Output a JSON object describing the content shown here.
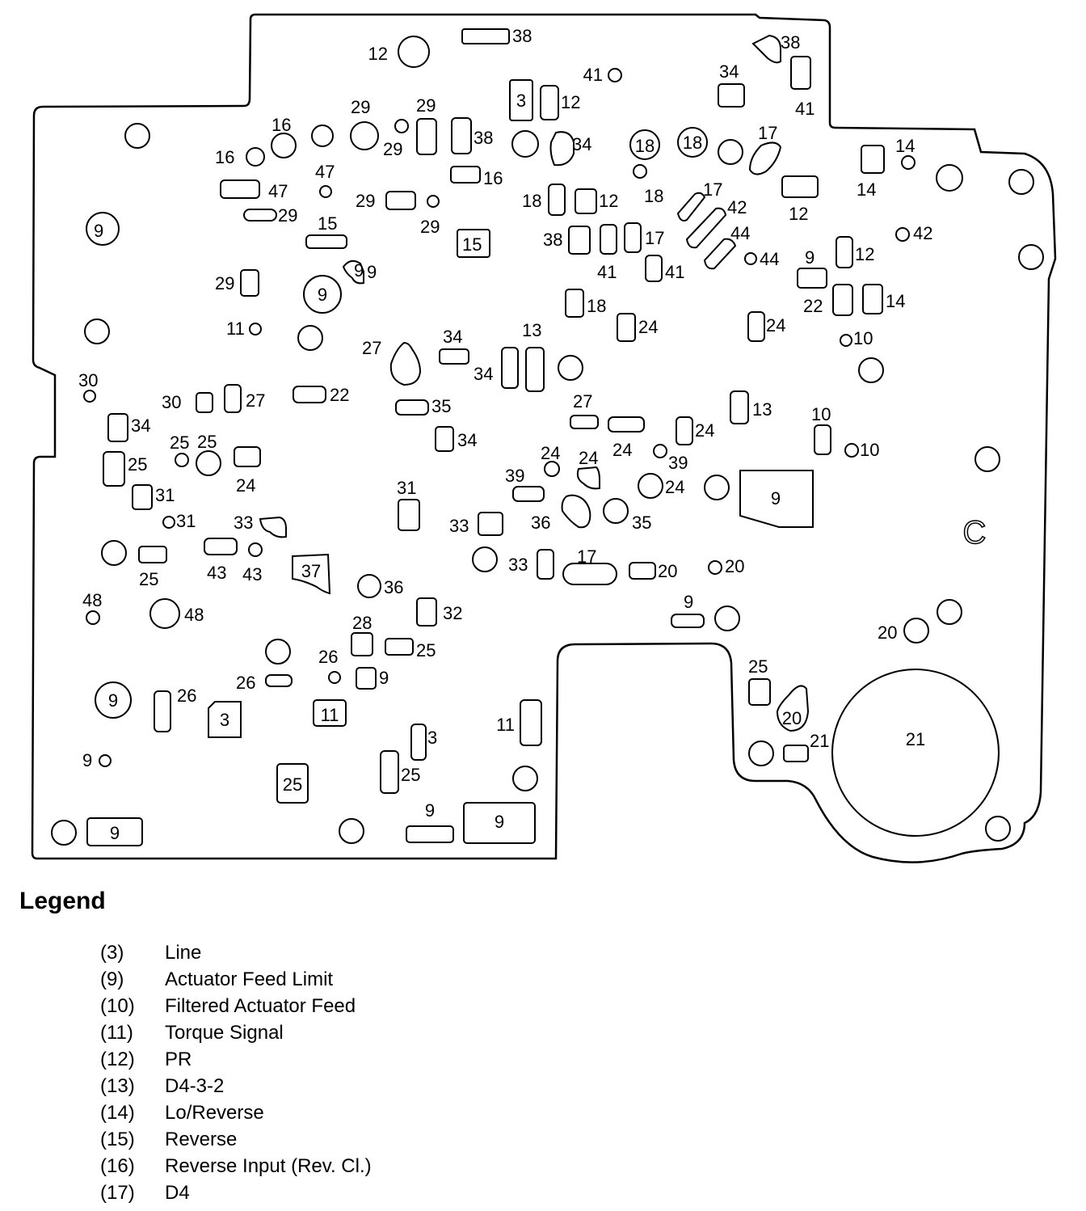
{
  "diagram": {
    "callouts": [
      {
        "id": "c1",
        "label": "12"
      },
      {
        "id": "c2",
        "label": "38"
      },
      {
        "id": "c3",
        "label": "38"
      },
      {
        "id": "c4",
        "label": "41"
      },
      {
        "id": "c5",
        "label": "34"
      },
      {
        "id": "c6",
        "label": "41"
      },
      {
        "id": "c7",
        "label": "3"
      },
      {
        "id": "c8",
        "label": "12"
      },
      {
        "id": "c9",
        "label": "29"
      },
      {
        "id": "c10",
        "label": "29"
      },
      {
        "id": "c11",
        "label": "29"
      },
      {
        "id": "c12",
        "label": "38"
      },
      {
        "id": "c13",
        "label": "16"
      },
      {
        "id": "c14",
        "label": "16"
      },
      {
        "id": "c15",
        "label": "34"
      },
      {
        "id": "c16",
        "label": "18"
      },
      {
        "id": "c17",
        "label": "18"
      },
      {
        "id": "c18",
        "label": "17"
      },
      {
        "id": "c19",
        "label": "14"
      },
      {
        "id": "c20",
        "label": "14"
      },
      {
        "id": "c21",
        "label": "16"
      },
      {
        "id": "c22",
        "label": "47"
      },
      {
        "id": "c23",
        "label": "47"
      },
      {
        "id": "c24",
        "label": "29"
      },
      {
        "id": "c25",
        "label": "29"
      },
      {
        "id": "c26",
        "label": "29"
      },
      {
        "id": "c27",
        "label": "18"
      },
      {
        "id": "c28",
        "label": "12"
      },
      {
        "id": "c29",
        "label": "18"
      },
      {
        "id": "c30",
        "label": "17"
      },
      {
        "id": "c31",
        "label": "42"
      },
      {
        "id": "c32",
        "label": "12"
      },
      {
        "id": "c33",
        "label": "42"
      },
      {
        "id": "c34",
        "label": "9"
      },
      {
        "id": "c35",
        "label": "15"
      },
      {
        "id": "c36",
        "label": "15"
      },
      {
        "id": "c37",
        "label": "38"
      },
      {
        "id": "c38",
        "label": "17"
      },
      {
        "id": "c39",
        "label": "44"
      },
      {
        "id": "c40",
        "label": "44"
      },
      {
        "id": "c41",
        "label": "9"
      },
      {
        "id": "c42",
        "label": "12"
      },
      {
        "id": "c43",
        "label": "41"
      },
      {
        "id": "c44",
        "label": "41"
      },
      {
        "id": "c45",
        "label": "29"
      },
      {
        "id": "c46",
        "label": "9"
      },
      {
        "id": "c47",
        "label": "22"
      },
      {
        "id": "c48",
        "label": "14"
      },
      {
        "id": "c49",
        "label": "18"
      },
      {
        "id": "c50",
        "label": "11"
      },
      {
        "id": "c51",
        "label": "24"
      },
      {
        "id": "c52",
        "label": "24"
      },
      {
        "id": "c53",
        "label": "10"
      },
      {
        "id": "c54",
        "label": "27"
      },
      {
        "id": "c55",
        "label": "34"
      },
      {
        "id": "c56",
        "label": "13"
      },
      {
        "id": "c57",
        "label": "34"
      },
      {
        "id": "c58",
        "label": "30"
      },
      {
        "id": "c59",
        "label": "30"
      },
      {
        "id": "c60",
        "label": "27"
      },
      {
        "id": "c61",
        "label": "22"
      },
      {
        "id": "c62",
        "label": "35"
      },
      {
        "id": "c63",
        "label": "13"
      },
      {
        "id": "c64",
        "label": "10"
      },
      {
        "id": "c65",
        "label": "34"
      },
      {
        "id": "c66",
        "label": "27"
      },
      {
        "id": "c67",
        "label": "24"
      },
      {
        "id": "c68",
        "label": "24"
      },
      {
        "id": "c69",
        "label": "25"
      },
      {
        "id": "c70",
        "label": "25"
      },
      {
        "id": "c71",
        "label": "34"
      },
      {
        "id": "c72",
        "label": "10"
      },
      {
        "id": "c73",
        "label": "25"
      },
      {
        "id": "c74",
        "label": "24"
      },
      {
        "id": "c75",
        "label": "24"
      },
      {
        "id": "c76",
        "label": "24"
      },
      {
        "id": "c77",
        "label": "39"
      },
      {
        "id": "c78",
        "label": "9"
      },
      {
        "id": "c79",
        "label": "31"
      },
      {
        "id": "c80",
        "label": "31"
      },
      {
        "id": "c81",
        "label": "39"
      },
      {
        "id": "c82",
        "label": "24"
      },
      {
        "id": "c83",
        "label": "31"
      },
      {
        "id": "c84",
        "label": "33"
      },
      {
        "id": "c85",
        "label": "33"
      },
      {
        "id": "c86",
        "label": "36"
      },
      {
        "id": "c87",
        "label": "35"
      },
      {
        "id": "c88",
        "label": "25"
      },
      {
        "id": "c89",
        "label": "43"
      },
      {
        "id": "c90",
        "label": "43"
      },
      {
        "id": "c91",
        "label": "37"
      },
      {
        "id": "c92",
        "label": "33"
      },
      {
        "id": "c93",
        "label": "17"
      },
      {
        "id": "c94",
        "label": "20"
      },
      {
        "id": "c95",
        "label": "20"
      },
      {
        "id": "c96",
        "label": "36"
      },
      {
        "id": "c97",
        "label": "48"
      },
      {
        "id": "c98",
        "label": "48"
      },
      {
        "id": "c99",
        "label": "32"
      },
      {
        "id": "c100",
        "label": "9"
      },
      {
        "id": "c101",
        "label": "20"
      },
      {
        "id": "c102",
        "label": "28"
      },
      {
        "id": "c103",
        "label": "25"
      },
      {
        "id": "c104",
        "label": "26"
      },
      {
        "id": "c105",
        "label": "26"
      },
      {
        "id": "c106",
        "label": "9"
      },
      {
        "id": "c107",
        "label": "25"
      },
      {
        "id": "c108",
        "label": "9"
      },
      {
        "id": "c109",
        "label": "26"
      },
      {
        "id": "c110",
        "label": "3"
      },
      {
        "id": "c111",
        "label": "11"
      },
      {
        "id": "c112",
        "label": "11"
      },
      {
        "id": "c113",
        "label": "20"
      },
      {
        "id": "c114",
        "label": "21"
      },
      {
        "id": "c115",
        "label": "21"
      },
      {
        "id": "c116",
        "label": "3"
      },
      {
        "id": "c117",
        "label": "9"
      },
      {
        "id": "c118",
        "label": "25"
      },
      {
        "id": "c119",
        "label": "25"
      },
      {
        "id": "c120",
        "label": "9"
      },
      {
        "id": "c121",
        "label": "9"
      },
      {
        "id": "c122",
        "label": "9"
      },
      {
        "id": "c123",
        "label": "9"
      },
      {
        "id": "c124",
        "label": "9"
      },
      {
        "id": "c125",
        "label": "C"
      }
    ]
  },
  "legend": {
    "title": "Legend",
    "items": [
      {
        "code": "(3)",
        "name": "Line"
      },
      {
        "code": "(9)",
        "name": "Actuator Feed Limit"
      },
      {
        "code": "(10)",
        "name": "Filtered Actuator Feed"
      },
      {
        "code": "(11)",
        "name": "Torque Signal"
      },
      {
        "code": "(12)",
        "name": "PR"
      },
      {
        "code": "(13)",
        "name": "D4-3-2"
      },
      {
        "code": "(14)",
        "name": "Lo/Reverse"
      },
      {
        "code": "(15)",
        "name": "Reverse"
      },
      {
        "code": "(16)",
        "name": "Reverse Input (Rev. Cl.)"
      },
      {
        "code": "(17)",
        "name": "D4"
      }
    ]
  }
}
